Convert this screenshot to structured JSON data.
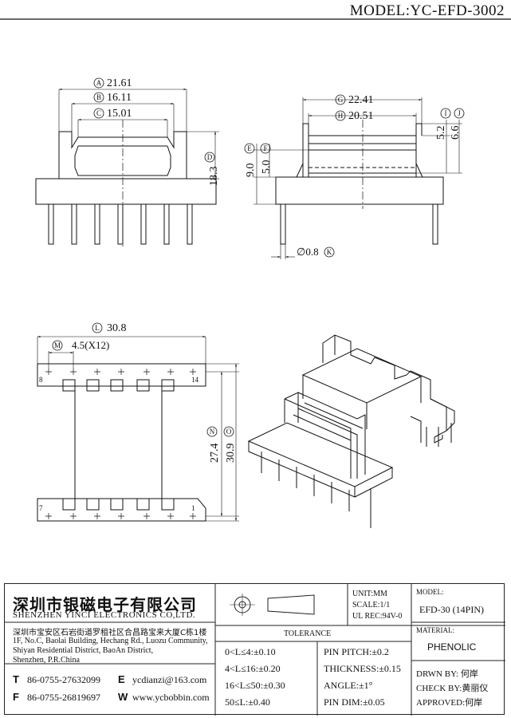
{
  "model_title": "MODEL:YC-EFD-3002",
  "dims": {
    "A": "21.61",
    "B": "16.11",
    "C": "15.01",
    "D": "18.3",
    "E": "9.0",
    "F": "5.0",
    "G": "22.41",
    "H": "20.51",
    "I": "5.2",
    "J": "6.6",
    "K": "0.8",
    "L": "30.8",
    "M": "4.5(X12)",
    "N": "27.4",
    "O": "30.9"
  },
  "pins": {
    "p8": "8",
    "p14": "14",
    "p7": "7",
    "p1": "1"
  },
  "company": {
    "name_cn": "深圳市银磁电子有限公司",
    "name_en": "SHENZHEN YINCI ELECTRONICS CO,LTD.",
    "addr_cn": "深圳市宝安区石岩街道罗租社区合昌路宝来大厦C栋1楼",
    "addr_en1": "1F, No.C, Baolai Building, Hechang Rd., Luozu Community,",
    "addr_en2": "Shiyan Residential District, BaoAn District,",
    "addr_en3": "Shenzhen, P.R.China",
    "tel_label": "T",
    "tel": "86-0755-27632099",
    "fax_label": "F",
    "fax": "86-0755-26819697",
    "email_label": "E",
    "email": "ycdianzi@163.com",
    "web_label": "W",
    "web": "www.ycbobbin.com"
  },
  "units": {
    "unit": "UNIT:MM",
    "scale": "SCALE:1/1",
    "ul": "UL REC:94V-0"
  },
  "tolerance": {
    "title": "TOLERANCE",
    "left": [
      "0<L≤4:±0.10",
      "4<L≤16:±0.20",
      "16<L≤50:±0.30",
      "50≤L:±0.40"
    ],
    "right": [
      "PIN PITCH:±0.2",
      "THICKNESS:±0.15",
      "ANGLE:±1°",
      "PIN DIM:±0.05"
    ]
  },
  "model_box": {
    "label": "MODEL:",
    "value": "EFD-30 (14PIN)"
  },
  "material_box": {
    "label": "MATERIAL:",
    "value": "PHENOLIC"
  },
  "approvals": {
    "drwn": "DRWN BY: 何岸",
    "check": "CHECK BY:黄丽仪",
    "approved": "APPROVED:何岸"
  }
}
